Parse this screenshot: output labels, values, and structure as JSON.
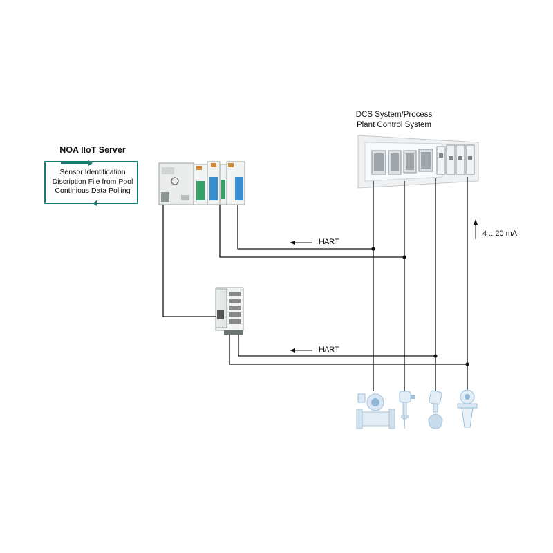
{
  "server": {
    "title": "NOA IIoT Server",
    "lines": [
      "Sensor Identification",
      "Discription File from Pool",
      "Continious Data Polling"
    ]
  },
  "dcs": {
    "title_line1": "DCS System/Process",
    "title_line2": "Plant Control System"
  },
  "signals": {
    "hart_upper": "HART",
    "hart_lower": "HART",
    "current_loop": "4 .. 20 mA"
  },
  "colors": {
    "accent": "#1b7a72",
    "wire": "#111111",
    "device_blue": "#9cc8e8",
    "module_blue": "#3a8fd0",
    "module_green": "#3aa06a"
  }
}
